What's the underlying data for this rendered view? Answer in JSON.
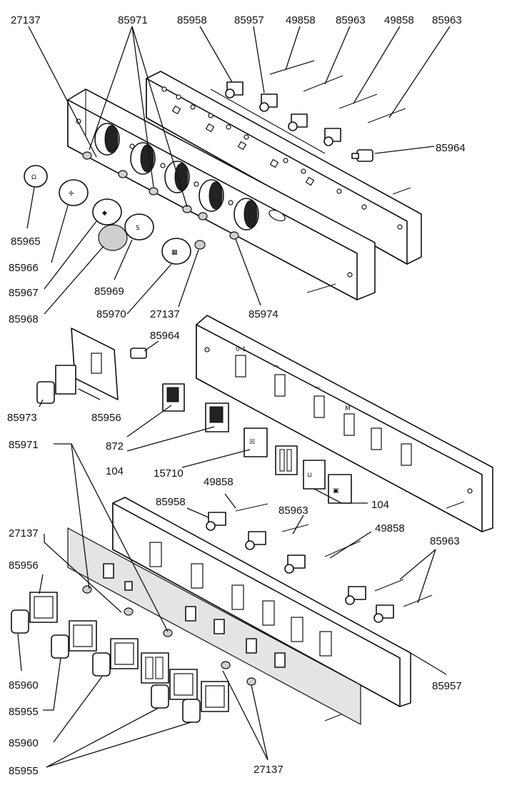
{
  "labels": {
    "l27137_top": "27137",
    "l85971_top": "85971",
    "l85958_top": "85958",
    "l85957_top": "85957",
    "l49858_a": "49858",
    "l85963_a": "85963",
    "l49858_b": "49858",
    "l85963_b": "85963",
    "l85964_top": "85964",
    "l85965": "85965",
    "l85966": "85966",
    "l85967": "85967",
    "l85968": "85968",
    "l85969": "85969",
    "l85970": "85970",
    "l27137_mid": "27137",
    "l85974": "85974",
    "l85964_mid": "85964",
    "l85973": "85973",
    "l85956_mid": "85956",
    "l872": "872",
    "l104_a": "104",
    "l15710": "15710",
    "l104_b": "104",
    "l85971_low": "85971",
    "l49858_c": "49858",
    "l85958_low": "85958",
    "l85963_c": "85963",
    "l49858_d": "49858",
    "l27137_low": "27137",
    "l85956_low": "85956",
    "l85963_d": "85963",
    "l85960_a": "85960",
    "l85955_a": "85955",
    "l85960_b": "85960",
    "l85957_low": "85957",
    "l85955_b": "85955",
    "l27137_bottom": "27137"
  },
  "panel_marks": {
    "mark_01": "0-1",
    "mark_lamp": "⌒",
    "mark_lamp2": "⌒",
    "mark_heat": "M"
  }
}
